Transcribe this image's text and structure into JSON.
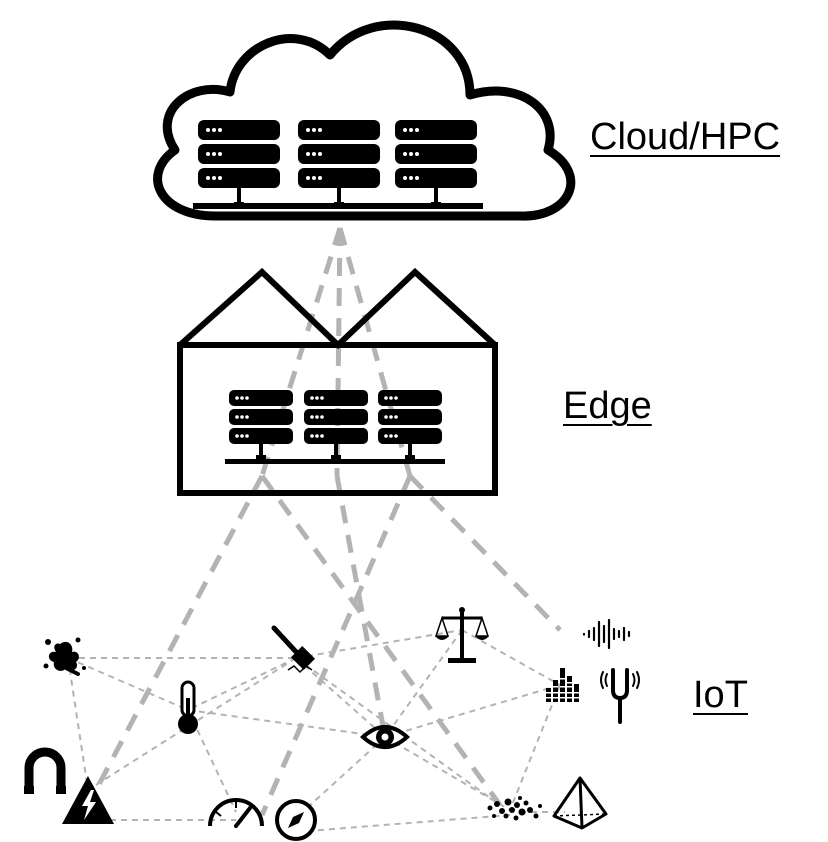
{
  "labels": {
    "cloud": "Cloud/HPC",
    "edge": "Edge",
    "iot": "IoT"
  },
  "colors": {
    "stroke": "#000000",
    "backbone_link": "#b3b3b3",
    "mesh_link": "#b3b3b3"
  },
  "tiers": {
    "cloud": {
      "shape": "cloud-outline",
      "servers": 3,
      "server_icon": "server-rack-icon"
    },
    "edge": {
      "shape": "factory-house-outline",
      "servers": 3,
      "server_icon": "server-rack-icon"
    },
    "iot": {
      "devices": [
        {
          "id": "splash",
          "icon": "splash-icon"
        },
        {
          "id": "hammer",
          "icon": "hammer-icon"
        },
        {
          "id": "scale",
          "icon": "balance-scale-icon"
        },
        {
          "id": "soundwave",
          "icon": "sound-wave-icon"
        },
        {
          "id": "equalizer",
          "icon": "equalizer-icon"
        },
        {
          "id": "tuningfork",
          "icon": "tuning-fork-icon"
        },
        {
          "id": "thermometer",
          "icon": "thermometer-icon"
        },
        {
          "id": "eye",
          "icon": "eye-icon"
        },
        {
          "id": "magnet",
          "icon": "magnet-icon"
        },
        {
          "id": "warning",
          "icon": "high-voltage-warning-icon"
        },
        {
          "id": "gauge",
          "icon": "speedometer-icon"
        },
        {
          "id": "compass",
          "icon": "compass-icon"
        },
        {
          "id": "particles",
          "icon": "particles-icon"
        },
        {
          "id": "pyramid",
          "icon": "pyramid-icon"
        }
      ]
    }
  }
}
